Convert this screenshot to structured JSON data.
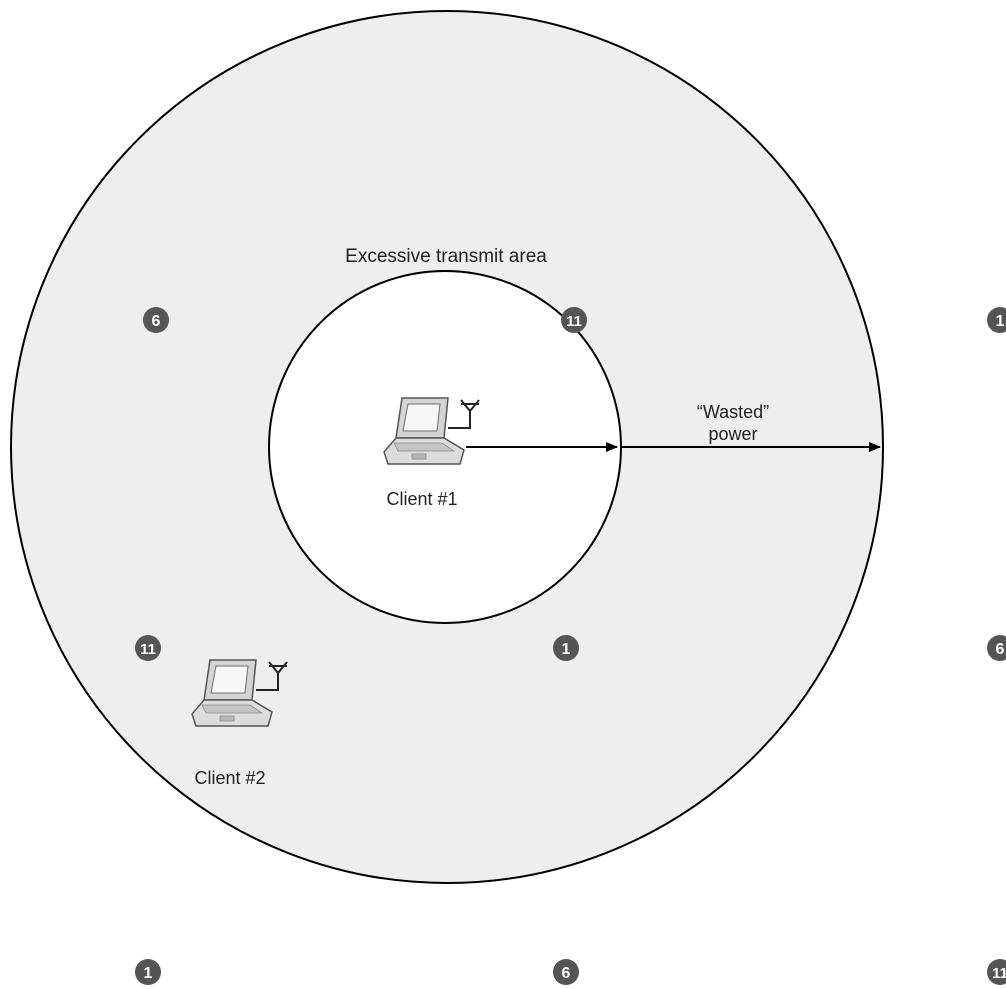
{
  "diagram": {
    "area_label": "Excessive transmit area",
    "wasted_label_line1": "“Wasted”",
    "wasted_label_line2": "power",
    "client1_label": "Client #1",
    "client2_label": "Client #2"
  },
  "channel_badges": [
    "6",
    "11",
    "1",
    "11",
    "1",
    "6",
    "1",
    "6",
    "11"
  ],
  "colors": {
    "outer_fill": "#eeeeee",
    "inner_fill": "#ffffff",
    "stroke": "#000000",
    "badge": "#555555",
    "laptop_body": "#dcdcdc"
  }
}
